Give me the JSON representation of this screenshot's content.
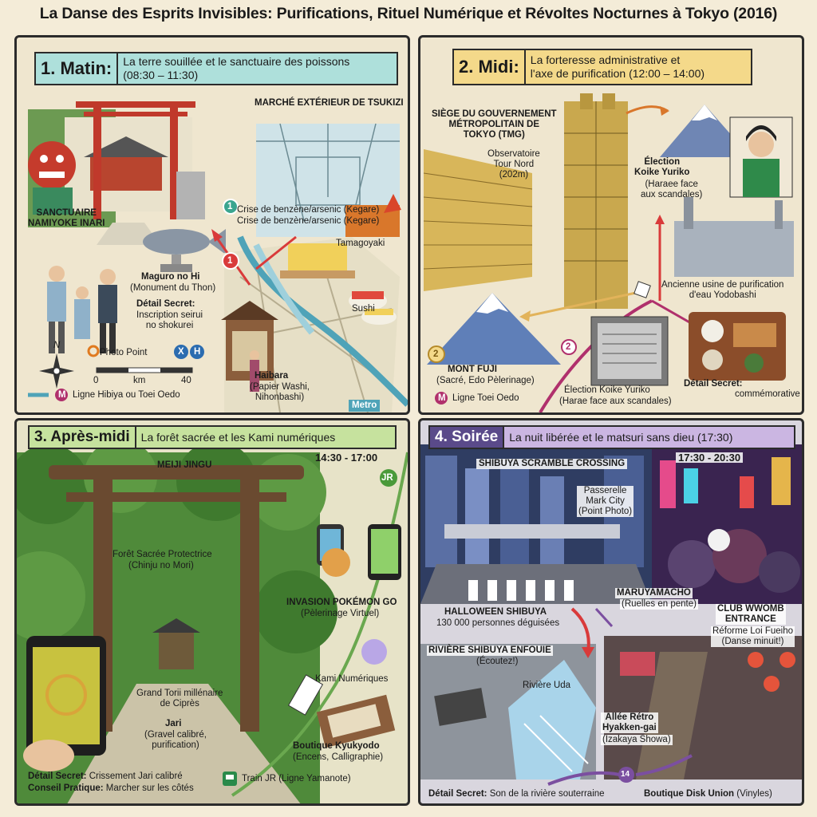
{
  "title": "La Danse des Esprits Invisibles: Purifications, Rituel Numérique et Révoltes Nocturnes à Tokyo (2016)",
  "colors": {
    "accent_teal": "#aee0db",
    "accent_yellow": "#f4d98a",
    "accent_green": "#c6e29e",
    "accent_purple": "#cbb6e2",
    "route_red": "#d93a3a",
    "route_green": "#6aa84f",
    "route_teal": "#4fa3b8",
    "route_purple": "#7b4fa0"
  },
  "panel1": {
    "number": "1. Matin:",
    "subtitle": "La terre souillée et le sanctuaire des poissons",
    "time": "(08:30 – 11:30)",
    "tsukizi": "MARCHÉ EXTÉRIEUR DE TSUKIZI",
    "crise1": "Crise de benzène/arsenic (Kegare)",
    "crise2": "Crise de benzène/arsenic (Kegare)",
    "namiyoke": "SANCTUAIRE\nNAMIYOKE INARI",
    "tamagoyaki": "Tamagoyaki",
    "maguro": "Maguro no Hi",
    "maguro_sub": "(Monument du Thon)",
    "sushi": "Sushi",
    "detail_label": "Détail Secret:",
    "detail_text": "Inscription seirui\nno shokurei",
    "photo_point": "Photo Point",
    "compass": "N",
    "scale_0": "0",
    "scale_unit": "km",
    "scale_40": "40",
    "haibara": "Haibara",
    "haibara_sub": "(Papier Washi,\nNihonbashi)",
    "legend_line": "Ligne Hibiya ou Toei Oedo",
    "legend_m": "M",
    "metro": "Metro",
    "marker1": "1",
    "marker1b": "1",
    "sign_x": "X",
    "sign_h": "H"
  },
  "panel2": {
    "number": "2. Midi:",
    "subtitle": "La forteresse administrative et\nl'axe de purification (12:00 – 14:00)",
    "tmg": "SIÈGE DU GOUVERNEMENT\nMÉTROPOLITAIN DE\nTOKYO (TMG)",
    "observatoire": "Observatoire\nTour Nord\n(202m)",
    "election1": "Élection\nKoike Yuriko",
    "election1_sub": "(Haraee face\naux scandales)",
    "usine": "Ancienne usine de purification\nd'eau Yodobashi",
    "fuji": "MONT FUJI",
    "fuji_sub": "(Sacré, Edo Pèlerinage)",
    "election2": "Élection Koike Yuriko",
    "election2_sub": "(Harae face aux scandales)",
    "detail_label": "Détail Secret:",
    "detail_text": "Plaque\ncommémorative Yodobashi",
    "legend_line": "Ligne Toei Oedo",
    "legend_m": "M",
    "marker2": "2",
    "marker2b": "2"
  },
  "panel3": {
    "number": "3. Après-midi",
    "subtitle": "La forêt sacrée et les Kami numériques",
    "time": "14:30 - 17:00",
    "meiji": "MEIJI JINGU",
    "foret": "Forêt Sacrée Protectrice",
    "foret_sub": "(Chinju no Mori)",
    "pokemon": "INVASION POKÉMON GO",
    "pokemon_sub": "(Pèlerinage Virtuel)",
    "kami": "Kami Numériques",
    "torii": "Grand Torii millénaire\nde Ciprès",
    "jari": "Jari",
    "jari_sub": "(Gravel calibré,\npurification)",
    "boutique": "Boutique Kyukyodo",
    "boutique_sub": "(Encens, Calligraphie)",
    "detail_label": "Détail Secret:",
    "detail_text": "Crissement Jari calibré",
    "conseil_label": "Conseil Pratique:",
    "conseil_text": "Marcher sur les côtés",
    "train": "Train JR (Ligne Yamanote)",
    "jr": "JR"
  },
  "panel4": {
    "number": "4. Soirée",
    "subtitle": "La nuit libérée et le matsuri sans dieu (17:30)",
    "time": "17:30 - 20:30",
    "scramble": "SHIBUYA SCRAMBLE CROSSING",
    "passerelle": "Passerelle\nMark City\n(Point Photo)",
    "halloween": "HALLOWEEN SHIBUYA",
    "halloween_sub": "130 000 personnes déguisées",
    "maruyama": "MARUYAMACHO",
    "maruyama_sub": "(Ruelles en pente)",
    "club": "CLUB WWOMB\nENTRANCE",
    "club_sub": "Réforme Loi Fueiho\n(Danse minuit!)",
    "riviere": "RIVIÈRE SHIBUYA ENFOUIE",
    "riviere_sub": "(Écoutez!)",
    "uda": "Rivière Uda",
    "allee": "Allée Rétro\nHyakken-gai",
    "allee_sub": "(Izakaya Showa)",
    "detail_label": "Détail Secret:",
    "detail_text": "Son de la rivière souterraine",
    "disk": "Boutique Disk Union",
    "disk_sub": "(Vinyles)",
    "marker14": "14"
  }
}
